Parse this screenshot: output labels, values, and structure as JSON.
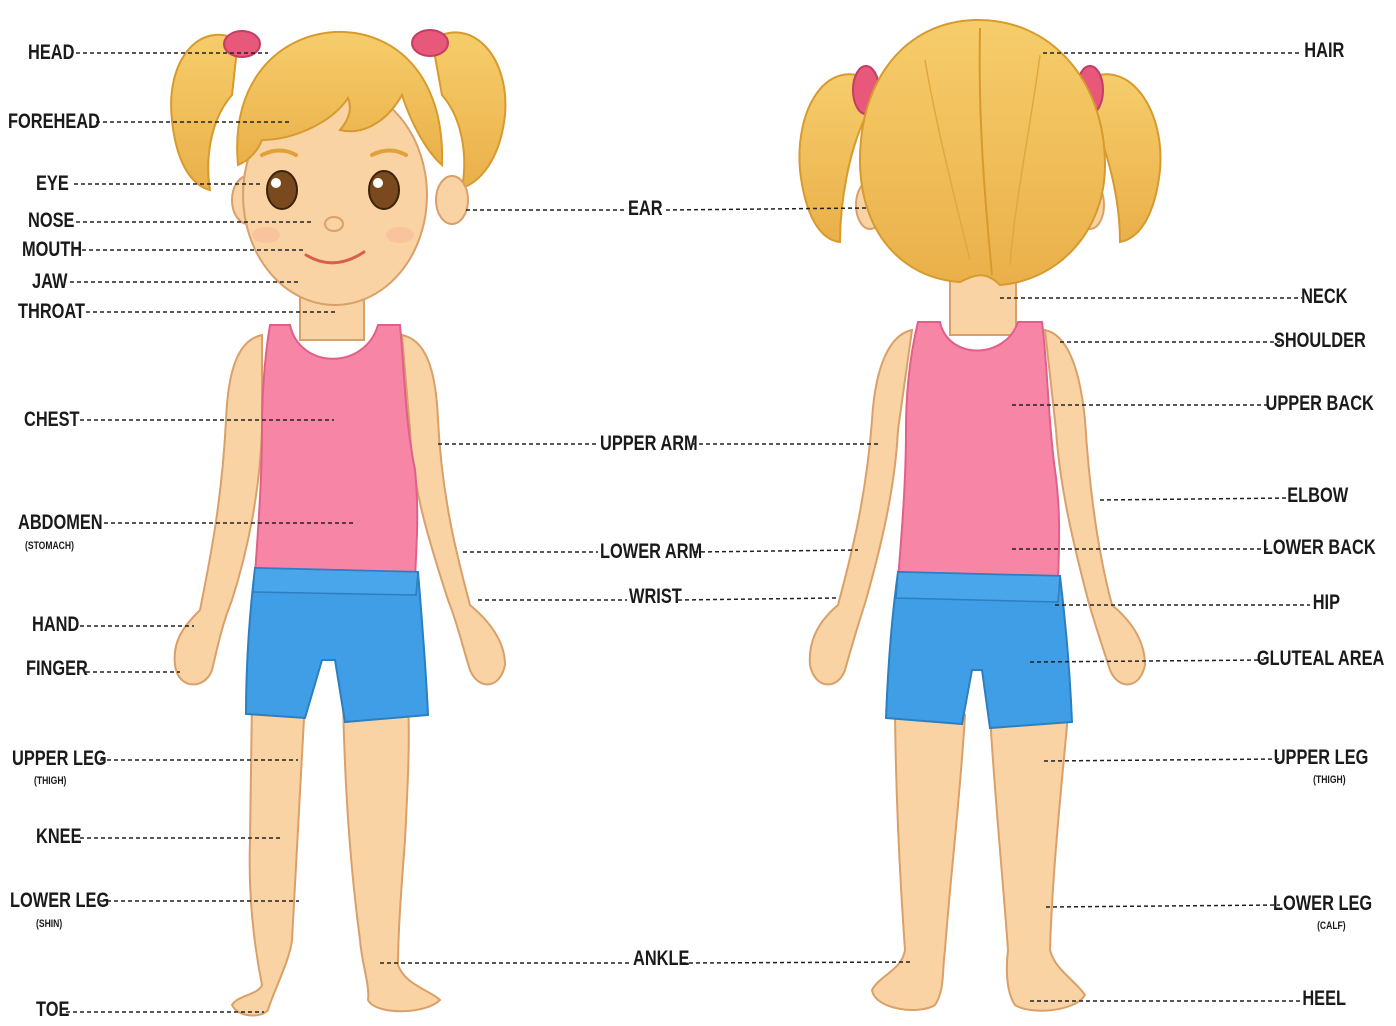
{
  "labels": {
    "head": "HEAD",
    "forehead": "FOREHEAD",
    "eye": "EYE",
    "nose": "NOSE",
    "mouth": "MOUTH",
    "jaw": "JAW",
    "throat": "THROAT",
    "chest": "CHEST",
    "abdomen": "ABDOMEN",
    "abdomen_sub": "(STOMACH)",
    "hand": "HAND",
    "finger": "FINGER",
    "upper_leg_front": "UPPER LEG",
    "upper_leg_front_sub": "(THIGH)",
    "knee": "KNEE",
    "lower_leg_front": "LOWER LEG",
    "lower_leg_front_sub": "(SHIN)",
    "toe": "TOE",
    "ear": "EAR",
    "upper_arm": "UPPER ARM",
    "lower_arm": "LOWER ARM",
    "wrist": "WRIST",
    "ankle": "ANKLE",
    "hair": "HAIR",
    "neck": "NECK",
    "shoulder": "SHOULDER",
    "upper_back": "UPPER BACK",
    "elbow": "ELBOW",
    "lower_back": "LOWER BACK",
    "hip": "HIP",
    "gluteal_area": "GLUTEAL AREA",
    "upper_leg_back": "UPPER LEG",
    "upper_leg_back_sub": "(THIGH)",
    "lower_leg_back": "LOWER LEG",
    "lower_leg_back_sub": "(CALF)",
    "heel": "HEEL"
  },
  "colors": {
    "skin": "#f9d3a3",
    "skin_outline": "#d9a06a",
    "hair": "#f2c15a",
    "hair_outline": "#d79a2c",
    "hair_tie": "#e8587a",
    "tank_top": "#f785a6",
    "shorts": "#3f9ee6",
    "shorts_band": "#4aa6ea",
    "leader_line": "#222222"
  }
}
